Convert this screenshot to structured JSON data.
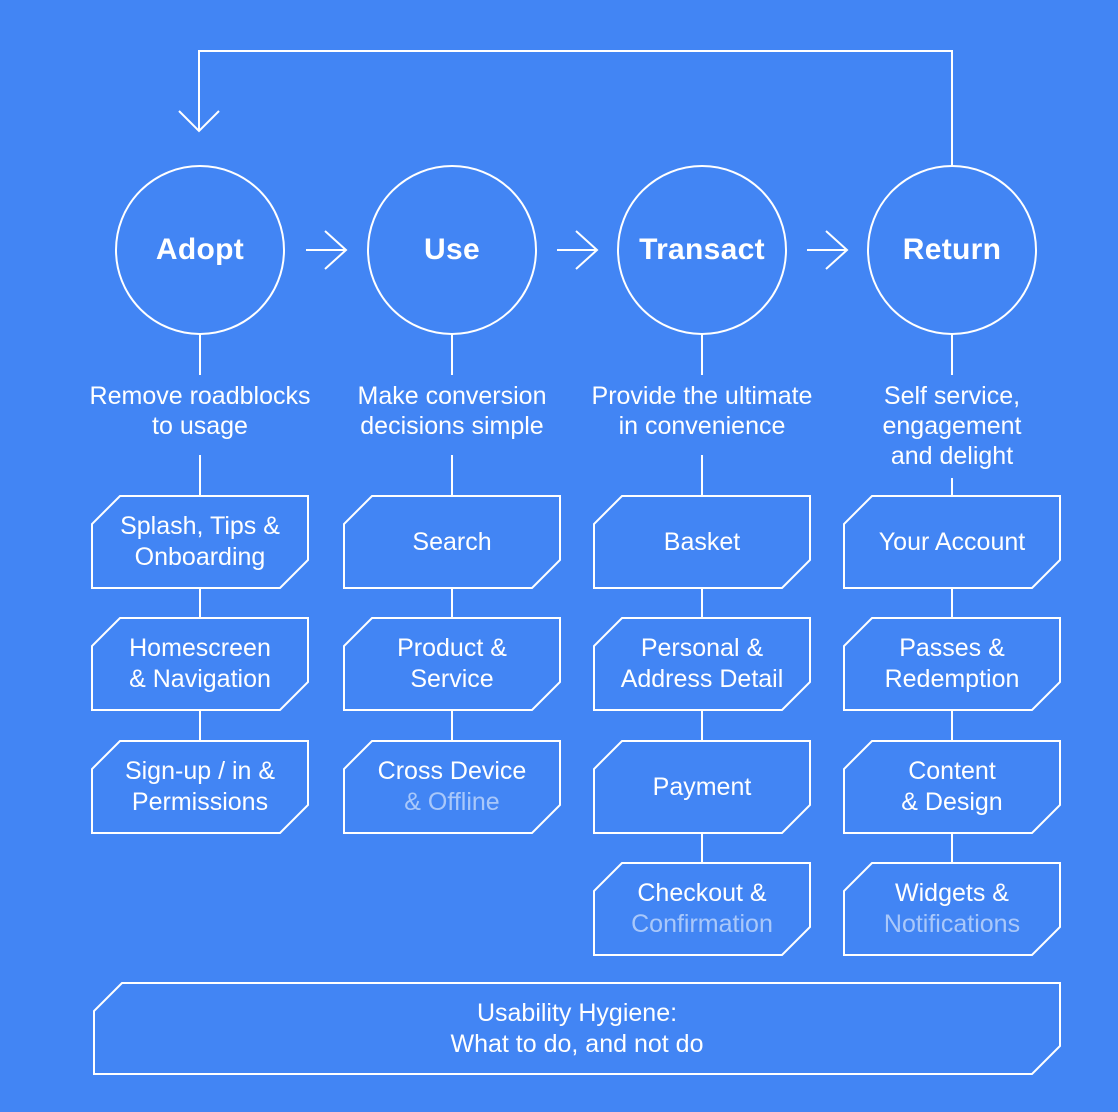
{
  "colors": {
    "background": "#4285f4",
    "stroke": "#ffffff",
    "text": "#ffffff",
    "dim_text": "rgba(255,255,255,0.55)"
  },
  "stages": [
    {
      "label": "Adopt",
      "description": "Remove roadblocks\nto usage",
      "boxes": [
        {
          "line1": "Splash, Tips &",
          "line2": "Onboarding"
        },
        {
          "line1": "Homescreen",
          "line2": "& Navigation"
        },
        {
          "line1": "Sign-up / in &",
          "line2": "Permissions"
        }
      ]
    },
    {
      "label": "Use",
      "description": "Make conversion\ndecisions simple",
      "boxes": [
        {
          "line1": "Search"
        },
        {
          "line1": "Product &",
          "line2": "Service"
        },
        {
          "line1": "Cross Device",
          "line2": "& Offline",
          "line2_class": "bl dim"
        }
      ]
    },
    {
      "label": "Transact",
      "description": "Provide the ultimate\nin convenience",
      "boxes": [
        {
          "line1": "Basket"
        },
        {
          "line1": "Personal &",
          "line2": "Address Detail"
        },
        {
          "line1": "Payment"
        },
        {
          "line1": "Checkout &",
          "line2": "Confirmation",
          "line2_class": "bl dim"
        }
      ]
    },
    {
      "label": "Return",
      "description": "Self service,\nengagement\nand delight",
      "boxes": [
        {
          "line1": "Your Account"
        },
        {
          "line1": "Passes &",
          "line2": "Redemption"
        },
        {
          "line1": "Content",
          "line2": "& Design"
        },
        {
          "line1": "Widgets &",
          "line2": "Notifications",
          "line2_class": "bl dim"
        }
      ]
    }
  ],
  "footer": {
    "text": "Usability Hygiene:\nWhat to do, and not do"
  }
}
